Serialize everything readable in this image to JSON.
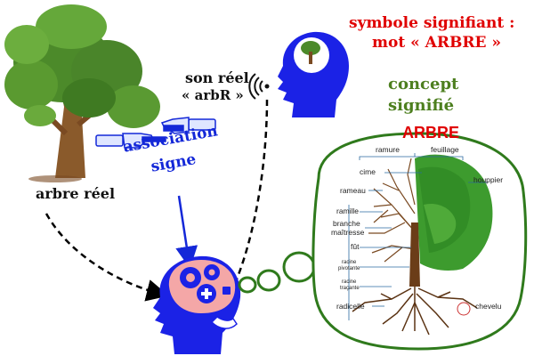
{
  "title": {
    "line1": "symbole signifiant :",
    "line2": "mot « ARBRE »"
  },
  "concept": {
    "line1": "concept",
    "line2": "signifié"
  },
  "sound": {
    "line1": "son réel",
    "line2": "« arbR »"
  },
  "real_tree": {
    "label": "arbre réel"
  },
  "association": {
    "line1": "association",
    "line2": "signe"
  },
  "tree_diagram": {
    "heading": "ARBRE",
    "labels": {
      "ramure": "ramure",
      "feuillage": "feuillage",
      "cime": "cime",
      "houppier": "houppier",
      "rameau": "rameau",
      "ramille": "ramille",
      "branche": "branche",
      "maitresse": "maîtresse",
      "fut": "fût",
      "racine_pivotante_1": "racine",
      "racine_pivotante_2": "pivotante",
      "racine_tracante_1": "racine",
      "racine_tracante_2": "traçante",
      "radicelle": "radicelle",
      "chevelu": "chevelu"
    }
  },
  "colors": {
    "title_red": "#e00000",
    "concept_green": "#4d7f1f",
    "association_blue": "#1428d8",
    "head_blue": "#1b22e6",
    "brain_pink": "#f4a7a7",
    "bubble_border": "#2f7a1c",
    "foliage_green": "#3d9b2e",
    "trunk_brown": "#7a4a22"
  },
  "icons": [
    "tree-icon",
    "sound-waves-icon",
    "pointing-hands-icon",
    "gears-icon",
    "thought-bubble-icon",
    "head-silhouette-icon"
  ]
}
